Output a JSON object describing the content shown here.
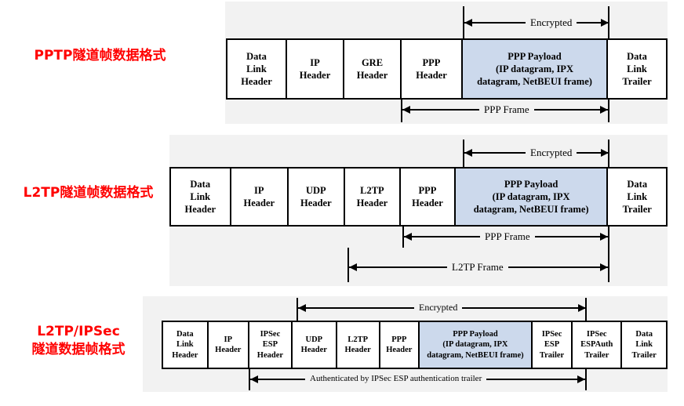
{
  "diagram": {
    "title_colors": {
      "label_red": "#ff0000",
      "payload_blue": "#ccd9ec",
      "panel_grey": "#f2f2f2",
      "line_black": "#000000"
    },
    "rows": [
      {
        "id": "pptp",
        "label": "PPTP隧道帧数据格式",
        "cells": [
          {
            "name": "data-link-header",
            "lines": [
              "Data",
              "Link",
              "Header"
            ],
            "highlight": false
          },
          {
            "name": "ip-header",
            "lines": [
              "IP",
              "Header"
            ],
            "highlight": false
          },
          {
            "name": "gre-header",
            "lines": [
              "GRE",
              "Header"
            ],
            "highlight": false
          },
          {
            "name": "ppp-header",
            "lines": [
              "PPP",
              "Header"
            ],
            "highlight": false
          },
          {
            "name": "ppp-payload",
            "lines": [
              "PPP Payload",
              "(IP datagram, IPX",
              "datagram, NetBEUI frame)"
            ],
            "highlight": true
          },
          {
            "name": "data-link-trailer",
            "lines": [
              "Data",
              "Link",
              "Trailer"
            ],
            "highlight": false
          }
        ],
        "annotations": [
          {
            "name": "encrypted-span",
            "text": "Encrypted",
            "position": "above"
          },
          {
            "name": "ppp-frame-span",
            "text": "PPP Frame",
            "position": "below"
          }
        ]
      },
      {
        "id": "l2tp",
        "label": "L2TP隧道帧数据格式",
        "cells": [
          {
            "name": "data-link-header",
            "lines": [
              "Data",
              "Link",
              "Header"
            ],
            "highlight": false
          },
          {
            "name": "ip-header",
            "lines": [
              "IP",
              "Header"
            ],
            "highlight": false
          },
          {
            "name": "udp-header",
            "lines": [
              "UDP",
              "Header"
            ],
            "highlight": false
          },
          {
            "name": "l2tp-header",
            "lines": [
              "L2TP",
              "Header"
            ],
            "highlight": false
          },
          {
            "name": "ppp-header",
            "lines": [
              "PPP",
              "Header"
            ],
            "highlight": false
          },
          {
            "name": "ppp-payload",
            "lines": [
              "PPP Payload",
              "(IP datagram, IPX",
              "datagram, NetBEUI frame)"
            ],
            "highlight": true
          },
          {
            "name": "data-link-trailer",
            "lines": [
              "Data",
              "Link",
              "Trailer"
            ],
            "highlight": false
          }
        ],
        "annotations": [
          {
            "name": "encrypted-span",
            "text": "Encrypted",
            "position": "above"
          },
          {
            "name": "ppp-frame-span",
            "text": "PPP Frame",
            "position": "below"
          },
          {
            "name": "l2tp-frame-span",
            "text": "L2TP Frame",
            "position": "below"
          }
        ]
      },
      {
        "id": "l2tp-ipsec",
        "label_line1": "L2TP/IPSec",
        "label_line2": "隧道数据帧格式",
        "cells": [
          {
            "name": "data-link-header",
            "lines": [
              "Data",
              "Link",
              "Header"
            ],
            "highlight": false
          },
          {
            "name": "ip-header",
            "lines": [
              "IP",
              "Header"
            ],
            "highlight": false
          },
          {
            "name": "ipsec-esp-header",
            "lines": [
              "IPSec",
              "ESP",
              "Header"
            ],
            "highlight": false
          },
          {
            "name": "udp-header",
            "lines": [
              "UDP",
              "Header"
            ],
            "highlight": false
          },
          {
            "name": "l2tp-header",
            "lines": [
              "L2TP",
              "Header"
            ],
            "highlight": false
          },
          {
            "name": "ppp-header",
            "lines": [
              "PPP",
              "Header"
            ],
            "highlight": false
          },
          {
            "name": "ppp-payload",
            "lines": [
              "PPP Payload",
              "(IP datagram, IPX",
              "datagram, NetBEUI frame)"
            ],
            "highlight": true
          },
          {
            "name": "ipsec-esp-trailer",
            "lines": [
              "IPSec",
              "ESP",
              "Trailer"
            ],
            "highlight": false
          },
          {
            "name": "ipsec-espauth-trailer",
            "lines": [
              "IPSec",
              "ESPAuth",
              "Trailer"
            ],
            "highlight": false
          },
          {
            "name": "data-link-trailer",
            "lines": [
              "Data",
              "Link",
              "Trailer"
            ],
            "highlight": false
          }
        ],
        "annotations": [
          {
            "name": "encrypted-span",
            "text": "Encrypted",
            "position": "above"
          },
          {
            "name": "authenticated-span",
            "text": "Authenticated by IPSec ESP authentication trailer",
            "position": "below"
          }
        ]
      }
    ]
  },
  "labels": {
    "row1": "PPTP隧道帧数据格式",
    "row2": "L2TP隧道帧数据格式",
    "row3_line1": "L2TP/IPSec",
    "row3_line2": "隧道数据帧格式"
  },
  "text": {
    "data": "Data",
    "link": "Link",
    "header": "Header",
    "trailer": "Trailer",
    "ip": "IP",
    "gre": "GRE",
    "ppp": "PPP",
    "udp": "UDP",
    "l2tp": "L2TP",
    "ipsec": "IPSec",
    "esp": "ESP",
    "espauth": "ESPAuth",
    "payload_l1": "PPP Payload",
    "payload_l2": "(IP datagram, IPX",
    "payload_l3": "datagram, NetBEUI frame)",
    "encrypted": "Encrypted",
    "ppp_frame": "PPP Frame",
    "l2tp_frame": "L2TP Frame",
    "authenticated": "Authenticated by IPSec ESP authentication trailer"
  }
}
